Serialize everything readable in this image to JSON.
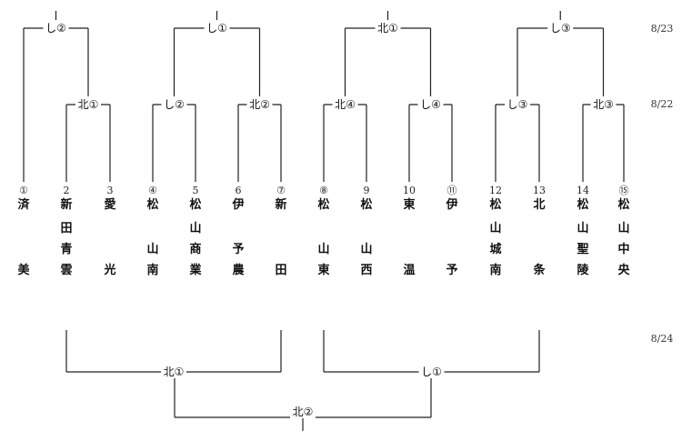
{
  "dates": [
    "8/23",
    "8/22",
    "8/24"
  ],
  "teams": [
    {
      "no": "①",
      "name": "済美"
    },
    {
      "no": "2",
      "name": "新田青雲"
    },
    {
      "no": "3",
      "name": "愛光"
    },
    {
      "no": "④",
      "name": "松山南"
    },
    {
      "no": "5",
      "name": "松山商業"
    },
    {
      "no": "6",
      "name": "伊予農"
    },
    {
      "no": "⑦",
      "name": "新田"
    },
    {
      "no": "⑧",
      "name": "松山東"
    },
    {
      "no": "9",
      "name": "松山西"
    },
    {
      "no": "10",
      "name": "東温"
    },
    {
      "no": "⑪",
      "name": "伊予"
    },
    {
      "no": "12",
      "name": "松山城南"
    },
    {
      "no": "13",
      "name": "北条"
    },
    {
      "no": "14",
      "name": "松山聖陵"
    },
    {
      "no": "⑮",
      "name": "松山中央"
    }
  ],
  "match_labels": {
    "r1": [
      "北①",
      "し②",
      "北②",
      "北④",
      "し④",
      "し③",
      "北③"
    ],
    "r2": [
      "し②",
      "し①",
      "北①",
      "し③"
    ],
    "r3": [
      "北①",
      "し①"
    ],
    "final": "北②"
  }
}
